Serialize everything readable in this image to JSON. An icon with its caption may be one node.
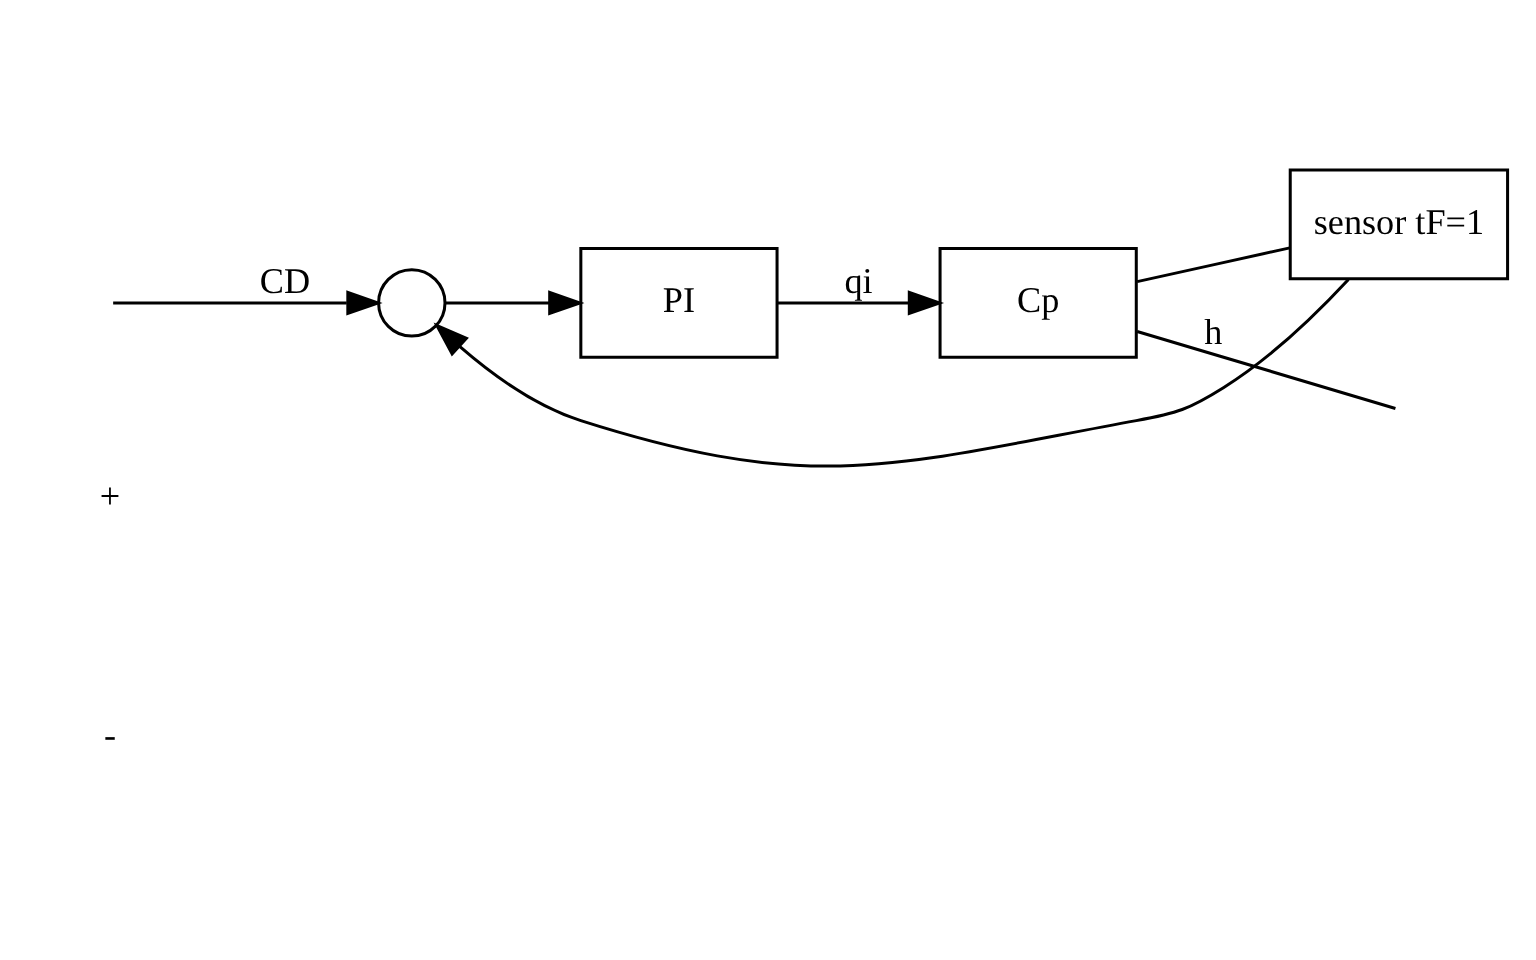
{
  "diagram": {
    "nodes": [
      {
        "text": [],
        "shape": "circle"
      },
      {
        "text": [
          "PI"
        ]
      },
      {
        "text": [
          "Cp"
        ]
      },
      {
        "text": [
          "sensor tF=1"
        ]
      }
    ],
    "edges": [
      {
        "from": null,
        "to": 0,
        "arrow": "to",
        "label": "CD"
      },
      {
        "from": 0,
        "to": 1,
        "arrow": "to"
      },
      {
        "from": 1,
        "to": 2,
        "arrow": "to",
        "label": "qi"
      },
      {
        "from": 2,
        "to": null,
        "arrow": "none",
        "label": "h"
      },
      {
        "from": 2,
        "to": 3,
        "arrow": "none"
      },
      {
        "from": 3,
        "to": 0,
        "arrow": "to"
      }
    ],
    "labels": [
      "+",
      "-"
    ]
  }
}
